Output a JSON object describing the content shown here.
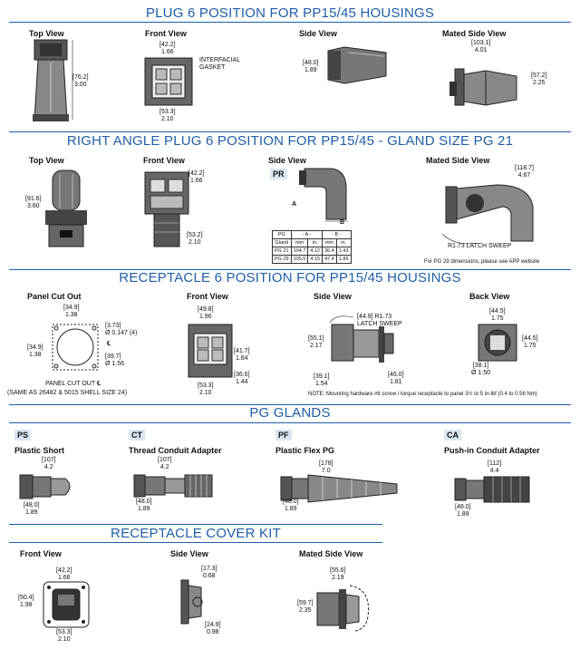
{
  "sections": {
    "plug": {
      "title": "PLUG 6 POSITION FOR PP15/45 HOUSINGS"
    },
    "right_angle": {
      "title": "RIGHT ANGLE PLUG 6 POSITION FOR PP15/45 - GLAND SIZE PG 21"
    },
    "receptacle": {
      "title": "RECEPTACLE 6 POSITION FOR PP15/45 HOUSINGS"
    },
    "glands": {
      "title": "PG GLANDS"
    },
    "cover": {
      "title": "RECEPTACLE COVER KIT"
    }
  },
  "plug": {
    "top_view": "Top View",
    "front_view": "Front View",
    "side_view": "Side View",
    "mated_view": "Mated Side View",
    "top_h": [
      "[76.2]",
      "3.00"
    ],
    "front_w_top": [
      "[42.2]",
      "1.66"
    ],
    "front_w_bot": [
      "[53.3]",
      "2.10"
    ],
    "gasket": [
      "INTERFACIAL",
      "GASKET"
    ],
    "side_h": [
      "[48.0]",
      "1.89"
    ],
    "mated_w": [
      "[103.1]",
      "4.01"
    ],
    "mated_h": [
      "[57.2]",
      "2.25"
    ]
  },
  "right_angle": {
    "top_view": "Top View",
    "front_view": "Front View",
    "side_view": "Side View",
    "mated_view": "Mated Side View",
    "code": "PR",
    "top_h": [
      "[91.6]",
      "3.60"
    ],
    "front_w_top": [
      "[42.2]",
      "1.66"
    ],
    "front_h": [
      "[53.2]",
      "2.10"
    ],
    "dim_a": "A",
    "dim_b": "B",
    "mated_w": [
      "[118.7]",
      "4.67"
    ],
    "latch": "R1.73  LATCH SWEEP",
    "note": "For PG 29 dimensions, please see APP website",
    "table": {
      "head1": [
        "PG",
        "- A -",
        "- B -"
      ],
      "head2": [
        "Gland",
        "mm",
        "in.",
        "mm",
        "in."
      ],
      "rows": [
        [
          "PG 21",
          "104.7",
          "4.12",
          "36.4",
          "1.43"
        ],
        [
          "PG 29",
          "105.5",
          "4.15",
          "47.4",
          "1.86"
        ]
      ]
    }
  },
  "receptacle": {
    "panel_view": "Panel Cut Out",
    "front_view": "Front View",
    "side_view": "Side View",
    "back_view": "Back View",
    "panel_w": [
      "[34.9]",
      "1.38"
    ],
    "panel_h": [
      "[34.9]",
      "1.38"
    ],
    "hole": [
      "[3.73]",
      "Ø  0.147 (4)"
    ],
    "dia": [
      "[39.7]",
      "Ø  1.56"
    ],
    "cutout_label": "PANEL CUT OUT  ℄",
    "same_as": "(SAME AS 26482 & 5015 SHELL SIZE 24)",
    "cl": "℄",
    "front_w_top": [
      "[49.8]",
      "1.96"
    ],
    "front_h": [
      "[41.7]",
      "1.64"
    ],
    "front_h2": [
      "[36.6]",
      "1.44"
    ],
    "front_w_bot": [
      "[53.3]",
      "2.10"
    ],
    "side_latch": [
      "[44.9]  R1.73",
      "LATCH SWEEP"
    ],
    "side_h": [
      "[55.1]",
      "2.17"
    ],
    "side_w1": [
      "[39.1]",
      "1.54"
    ],
    "side_w2": [
      "[46.0]",
      "1.81"
    ],
    "back_w": [
      "[44.5]",
      "1.75"
    ],
    "back_h": [
      "[44.5]",
      "1.75"
    ],
    "back_dia": [
      "[38.1]",
      "Ø  1.50"
    ],
    "note": "NOTE: Mounting hardware #6 screw / torque receptacle to panel 3½ to 5 in-lbf (0.4 to 0.56 Nm)"
  },
  "glands": {
    "items": [
      {
        "code": "PS",
        "name": "Plastic Short",
        "w": [
          "[107]",
          "4.2"
        ],
        "h": [
          "[48.0]",
          "1.89"
        ]
      },
      {
        "code": "CT",
        "name": "Thread Conduit Adapter",
        "w": [
          "[107]",
          "4.2"
        ],
        "h": [
          "[48.0]",
          "1.89"
        ]
      },
      {
        "code": "PF",
        "name": "Plastic Flex PG",
        "w": [
          "[178]",
          "7.0"
        ],
        "h": [
          "[48.0]",
          "1.89"
        ]
      },
      {
        "code": "CA",
        "name": "Push-in Conduit  Adapter",
        "w": [
          "[112]",
          "4.4"
        ],
        "h": [
          "[48.0]",
          "1.89"
        ]
      }
    ]
  },
  "cover": {
    "front_view": "Front View",
    "side_view": "Side View",
    "mated_view": "Mated Side View",
    "front_w_top": [
      "[42.2]",
      "1.66"
    ],
    "front_h": [
      "[50.4]",
      "1.98"
    ],
    "front_w_bot": [
      "[53.3]",
      "2.10"
    ],
    "side_w_top": [
      "[17.3]",
      "0.68"
    ],
    "side_w_bot": [
      "[24.9]",
      "0.98"
    ],
    "mated_w": [
      "[55.6]",
      "2.19"
    ],
    "mated_h": [
      "[59.7]",
      "2.35"
    ]
  },
  "colors": {
    "heading": "#1f5ea8",
    "code_bg": "#dbe6f3",
    "drawing": "#222222",
    "body": "#555555"
  }
}
